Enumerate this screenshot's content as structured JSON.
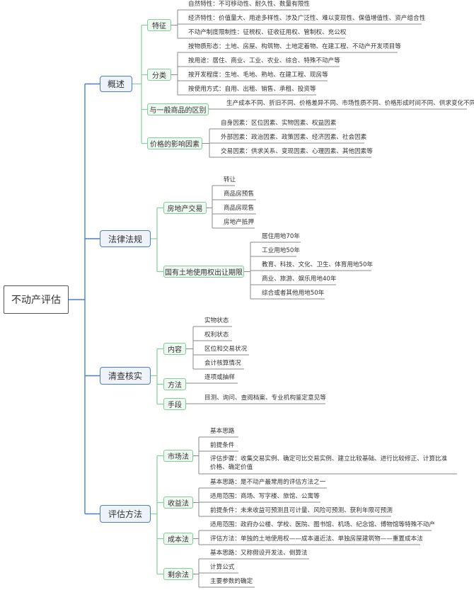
{
  "root": "不动产评估",
  "branches": [
    {
      "label": "概述",
      "children": [
        {
          "label": "特征",
          "leaves": [
            "自然特性：不可移动性、耐久性、数量有限性",
            "经济特性：价值量大、用途多样性、涉及广泛性、难以变现性、保值增值性、资产组合性",
            "不动产制度限制性：征税权、征收征用权、管制权、充公权"
          ]
        },
        {
          "label": "分类",
          "leaves": [
            "按物质形态：土地、房屋、构筑物、土地定着物、在建工程、不动产开发项目等",
            "按用途：居住、商业、工业、农业、综合、特殊不动产等",
            "按开发程度：生地、毛地、熟地、在建工程、现房等",
            "按使用方式：自用、出租、销售、承租、投资等"
          ]
        },
        {
          "label": "与一般商品的区别",
          "leaves": [
            "生产成本不同、折旧不同、价格差异不同、市场性质不同、价格形成时间不同、供求变化不同"
          ]
        },
        {
          "label": "价格的影响因素",
          "leaves": [
            "自身因素：区位因素、实物因素、权益因素",
            "外部因素：政治因素、政策因素、经济因素、社会因素",
            "交易因素：供求关系、变现因素、心理因素、其他因素等"
          ]
        }
      ]
    },
    {
      "label": "法律法规",
      "children": [
        {
          "label": "房地产交易",
          "leaves": [
            "转让",
            "商品房预售",
            "商品房现售",
            "房地产抵押"
          ]
        },
        {
          "label": "国有土地使用权出让期限",
          "leaves": [
            "居住用地70年",
            "工业用地50年",
            "教育、科技、文化、卫生、体育用地50年",
            "商业、旅游、娱乐用地40年",
            "综合或者其他用地50年"
          ]
        }
      ]
    },
    {
      "label": "清查核实",
      "children": [
        {
          "label": "内容",
          "leaves": [
            "实物状态",
            "权利状态",
            "区位和交易状况",
            "会计核算情况"
          ]
        },
        {
          "label": "方法",
          "leaves": [
            "逐项或抽样"
          ]
        },
        {
          "label": "手段",
          "leaves": [
            "目测、询问、查阅档案、专业机构鉴定意见等"
          ]
        }
      ]
    },
    {
      "label": "评估方法",
      "children": [
        {
          "label": "市场法",
          "leaves": [
            "基本思路",
            "前提条件",
            "评估步骤：收集交易实例、确定可比交易实例、建立比较基础、进行比较修正、计算比准价格、确定价值"
          ]
        },
        {
          "label": "收益法",
          "leaves": [
            "基本思路：是不动产最常用的评估方法之一",
            "适用范围：商场、写字楼、旅馆、公寓等",
            "前提条件：未来收益可预测且可计量、风险可预测、获利年限可预测"
          ]
        },
        {
          "label": "成本法",
          "leaves": [
            "适用范围：政府办公楼、学校、医院、图书馆、机场、纪念馆、博物馆等特殊不动产",
            "评估方法：单独的土地使用权——成本逼近法、单独房屋建筑物——重置成本法"
          ]
        },
        {
          "label": "剩余法",
          "leaves": [
            "基本思路：又称假设开发法、倒算法",
            "计算公式",
            "主要参数的确定"
          ]
        }
      ]
    }
  ],
  "colors": {
    "root_line": "#4a7fc1",
    "branch_line": "#7fcf98",
    "leaf_line": "#8a8a8a"
  }
}
